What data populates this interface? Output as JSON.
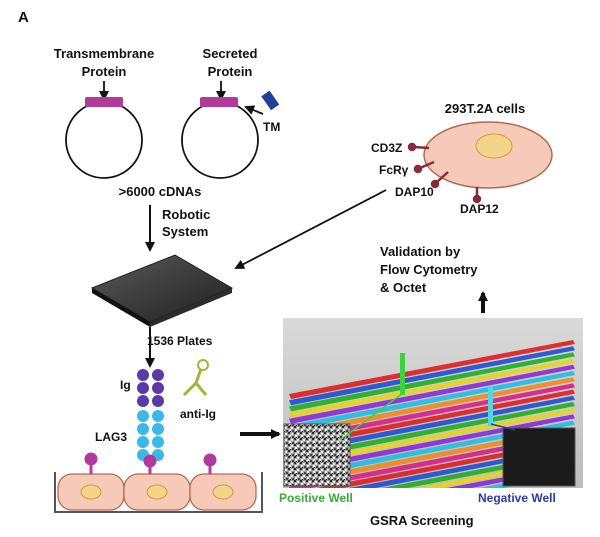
{
  "panel_label": "A",
  "plasmids": {
    "transmembrane": [
      "Transmembrane",
      "Protein"
    ],
    "secreted": [
      "Secreted",
      "Protein"
    ],
    "tm_tag": "TM",
    "library_size": ">6000 cDNAs"
  },
  "robotic": [
    "Robotic",
    "System"
  ],
  "plate_label": "1536 Plates",
  "cells": {
    "title": "293T.2A cells",
    "receptors": [
      "CD3Z",
      "FcRγ",
      "DAP10",
      "DAP12"
    ]
  },
  "validation": [
    "Validation by",
    "Flow Cytometry",
    "& Octet"
  ],
  "fusion": {
    "ig": "Ig",
    "anti_ig": "anti-Ig",
    "lag3": "LAG3"
  },
  "wells": {
    "positive": "Positive Well",
    "negative": "Negative Well"
  },
  "screening_title": "GSRA Screening",
  "colors": {
    "magenta": "#b23a9e",
    "purple_bead": "#5a3aa8",
    "cyan_bead": "#3cb8e8",
    "cell_fill": "#f6c9b8",
    "nucleus": "#f3d58a",
    "receptor": "#8a2a36",
    "tm_blue": "#1f3f99",
    "anti_ig": "#a3b535",
    "positive": "#3aaa3a",
    "negative": "#2a3aa8"
  }
}
